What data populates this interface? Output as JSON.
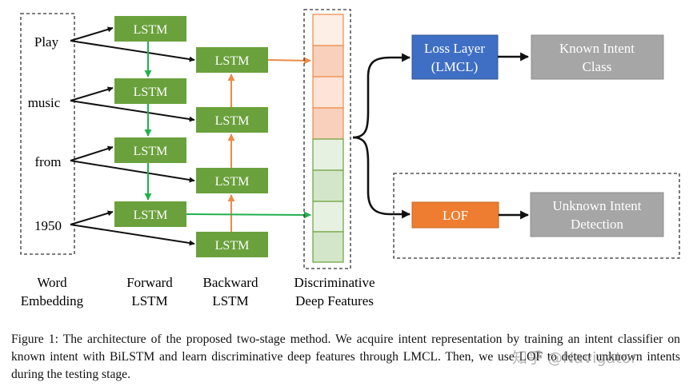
{
  "words": [
    "Play",
    "music",
    "from",
    "1950"
  ],
  "lstm_label": "LSTM",
  "column_labels": {
    "word_embedding": [
      "Word",
      "Embedding"
    ],
    "forward_lstm": [
      "Forward",
      "LSTM"
    ],
    "backward_lstm": [
      "Backward",
      "LSTM"
    ],
    "deep_features": [
      "Discriminative",
      "Deep Features"
    ]
  },
  "boxes": {
    "loss_layer": [
      "Loss Layer",
      "(LMCL)"
    ],
    "known_intent": [
      "Known Intent",
      "Class"
    ],
    "lof": "LOF",
    "unknown_intent": [
      "Unknown Intent",
      "Detection"
    ]
  },
  "caption": {
    "label": "Figure 1:",
    "text": "The architecture of the proposed two-stage method. We acquire intent representation by training an intent classifier on known intent with BiLSTM and learn discriminative deep features through LMCL. Then, we use LOF to detect unknown intents during the testing stage."
  },
  "watermark": "知乎 @Navigator",
  "colors": {
    "lstm_green": "#6aa13c",
    "loss_blue": "#3f6fc4",
    "lof_orange": "#ee7d31",
    "gray_box": "#a6a6a6",
    "orange_arrow": "#ed8a45",
    "green_arrow": "#22b04e",
    "feature_orange": [
      "#fdeee6",
      "#f8d0bc",
      "#fce4d8",
      "#f8d0bc"
    ],
    "feature_green": [
      "#e7f1e1",
      "#d3e6c9",
      "#e7f1e1",
      "#d3e6c9"
    ]
  }
}
